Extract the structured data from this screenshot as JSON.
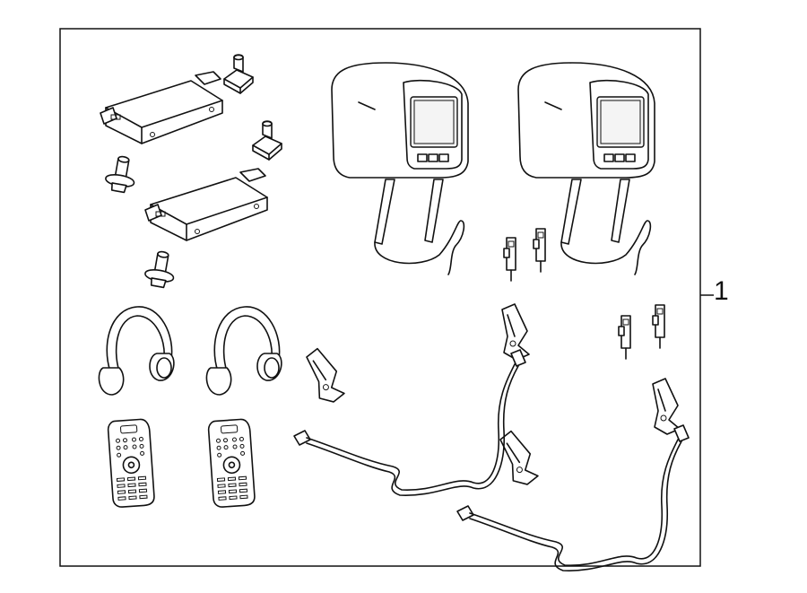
{
  "callout": {
    "number": "1"
  },
  "parts": [
    "dvd-player-module",
    "mounting-nut",
    "mounting-bolt",
    "headrest-monitor",
    "headrest-post-guide",
    "wiring-harness",
    "wiring-bracket",
    "wireless-headphones",
    "remote-control"
  ]
}
